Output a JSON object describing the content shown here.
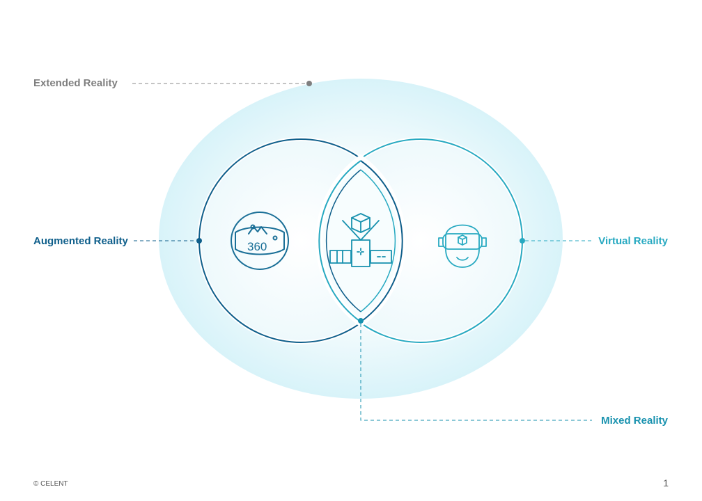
{
  "labels": {
    "extended_reality": "Extended Reality",
    "augmented_reality": "Augmented Reality",
    "virtual_reality": "Virtual Reality",
    "mixed_reality": "Mixed Reality"
  },
  "icons": {
    "ar": "360-viewer-icon",
    "mr": "cube-scanner-icon",
    "vr": "vr-headset-icon"
  },
  "ar_icon_text": "360",
  "footer": {
    "copyright": "© CELENT",
    "page_number": "1"
  },
  "colors": {
    "xr_gray": "#7f7f7f",
    "ar_blue": "#0f5f8b",
    "vr_cyan": "#27a9c1",
    "mr_teal": "#1791ae",
    "glow": "#dff6fb"
  }
}
